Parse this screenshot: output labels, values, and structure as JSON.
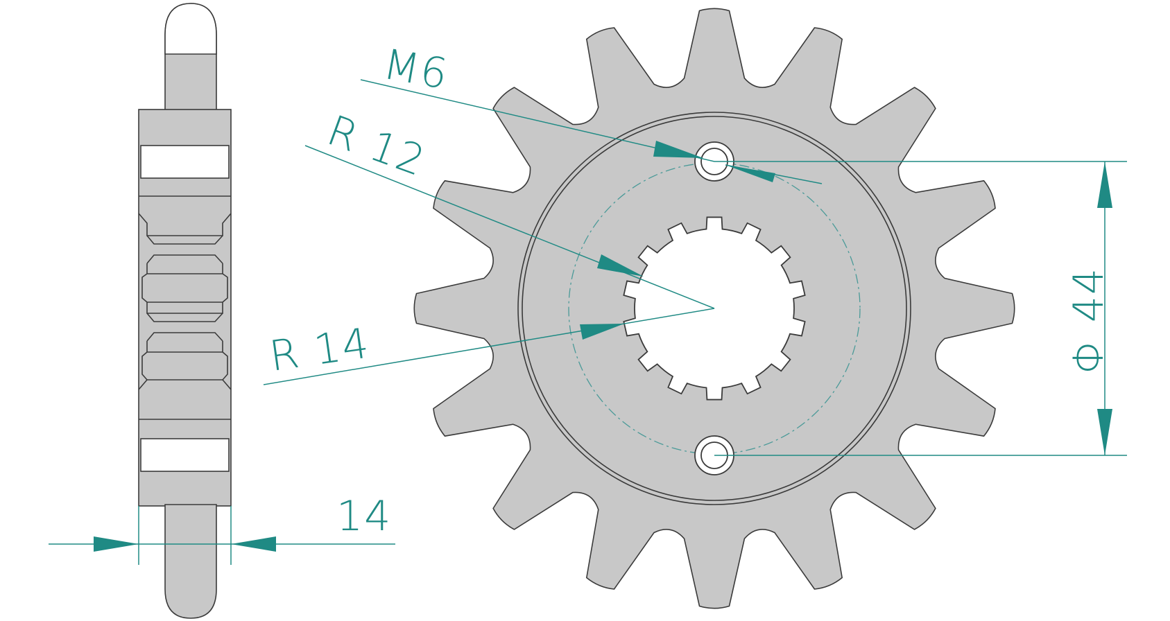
{
  "drawing": {
    "label_bolt_thread": "M6",
    "label_inner_radius_1": "R 12",
    "label_inner_radius_2": "R 14",
    "label_bolt_circle_diameter": "Φ 44",
    "label_width": "14"
  },
  "colors": {
    "dimension": "#1f8a84",
    "part_fill": "#c8c8c8",
    "outline": "#3a3a3a"
  }
}
